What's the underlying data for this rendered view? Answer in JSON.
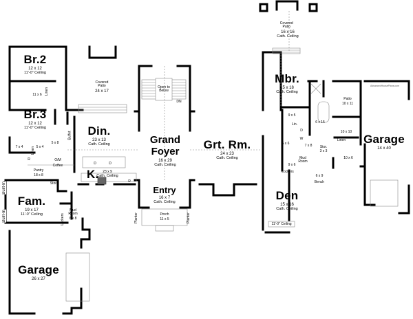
{
  "plan": {
    "watermark": "AdvancedHousePlans.com",
    "rooms": [
      {
        "id": "br2",
        "name": "Br.2",
        "dims": "12 x 12",
        "ceiling": "11'-0\" Ceiling"
      },
      {
        "id": "br3",
        "name": "Br.3",
        "dims": "12 x 12",
        "ceiling": "11'-0\" Ceiling"
      },
      {
        "id": "bath2",
        "name": "",
        "dims": "11 x 6",
        "ceiling": ""
      },
      {
        "id": "covered_patio_left",
        "name": "Covered Patio",
        "dims": "24 x 17",
        "ceiling": ""
      },
      {
        "id": "din",
        "name": "Din.",
        "dims": "23 x 13",
        "ceiling": "Cath. Ceiling"
      },
      {
        "id": "kitchen",
        "name": "K.",
        "dims": "23 x 9",
        "ceiling": "Cath. Ceiling"
      },
      {
        "id": "grand_foyer",
        "name": "Grand Foyer",
        "dims": "16 x 29",
        "ceiling": "Cath. Ceiling"
      },
      {
        "id": "entry",
        "name": "Entry",
        "dims": "16 x 7",
        "ceiling": "Cath. Ceiling"
      },
      {
        "id": "porch",
        "name": "Porch",
        "dims": "11 x 5",
        "ceiling": ""
      },
      {
        "id": "grt_rm",
        "name": "Grt. Rm.",
        "dims": "24 x 23",
        "ceiling": "Cath. Ceiling"
      },
      {
        "id": "covered_patio_right",
        "name": "Covered Patio",
        "dims": "16 x 16",
        "ceiling": "Cath. Ceiling"
      },
      {
        "id": "mbr",
        "name": "Mbr.",
        "dims": "15 x 18",
        "ceiling": "Cath. Ceiling"
      },
      {
        "id": "den",
        "name": "Den",
        "dims": "15 x 16",
        "ceiling": "Cath. Ceiling"
      },
      {
        "id": "fam",
        "name": "Fam.",
        "dims": "19 x 17",
        "ceiling": "11'-0\" Ceiling"
      },
      {
        "id": "garage_left",
        "name": "Garage",
        "dims": "26 x 27",
        "ceiling": ""
      },
      {
        "id": "garage_right",
        "name": "Garage",
        "dims": "14 x 40",
        "ceiling": ""
      },
      {
        "id": "pantry",
        "name": "Pantry",
        "dims": "18 x 8",
        "ceiling": ""
      },
      {
        "id": "mud_room_left",
        "name": "Mud Room",
        "dims": "6 x 8",
        "ceiling": ""
      },
      {
        "id": "mud_room_right",
        "name": "Mud Room",
        "dims": "9 x 6",
        "ceiling": ""
      },
      {
        "id": "patio_right",
        "name": "Patio",
        "dims": "10 x 11",
        "ceiling": ""
      },
      {
        "id": "master_bath",
        "name": "",
        "dims": "6 x 15",
        "ceiling": ""
      },
      {
        "id": "wic",
        "name": "",
        "dims": "10 x 10",
        "ceiling": ""
      },
      {
        "id": "garage_stair",
        "name": "",
        "dims": "10 x 6",
        "ceiling": ""
      },
      {
        "id": "mbr_hall",
        "name": "",
        "dims": "9 x 5",
        "ceiling": ""
      },
      {
        "id": "bath_right",
        "name": "",
        "dims": "5 x 6",
        "ceiling": ""
      },
      {
        "id": "laundry",
        "name": "",
        "dims": "7 x 8",
        "ceiling": ""
      },
      {
        "id": "bench_room",
        "name": "",
        "dims": "6 x 9",
        "ceiling": ""
      },
      {
        "id": "stor_right",
        "name": "Stor.",
        "dims": "3 x 3",
        "ceiling": ""
      },
      {
        "id": "closet_left",
        "name": "",
        "dims": "7 x 4",
        "ceiling": ""
      },
      {
        "id": "half_bath_left",
        "name": "",
        "dims": "5 x 4",
        "ceiling": ""
      },
      {
        "id": "powder_left",
        "name": "",
        "dims": "5 x 8",
        "ceiling": ""
      }
    ],
    "annotations": {
      "open_to_below": "Open to Below",
      "dn": "DN",
      "buffet": "Buffet",
      "om": "O/M",
      "coffee": "Coffee",
      "r_left": "R",
      "r_kitchen": "R",
      "d1": "D",
      "d2": "D",
      "stor_fam": "Stor.",
      "lockers_left": "Lockers",
      "lockers_right": "Lockers",
      "bench": "Bench",
      "linen_left": "Linen",
      "linen_right": "Linen",
      "lin": "Lin.",
      "linen_br": "Linen",
      "planter_left": "Planter",
      "planter_right": "Planter",
      "built_in_top": "Built-In",
      "built_in_bottom": "Built-In",
      "den_ceiling": "11'-0\" Ceiling",
      "w": "W",
      "d_laundry": "D"
    }
  }
}
